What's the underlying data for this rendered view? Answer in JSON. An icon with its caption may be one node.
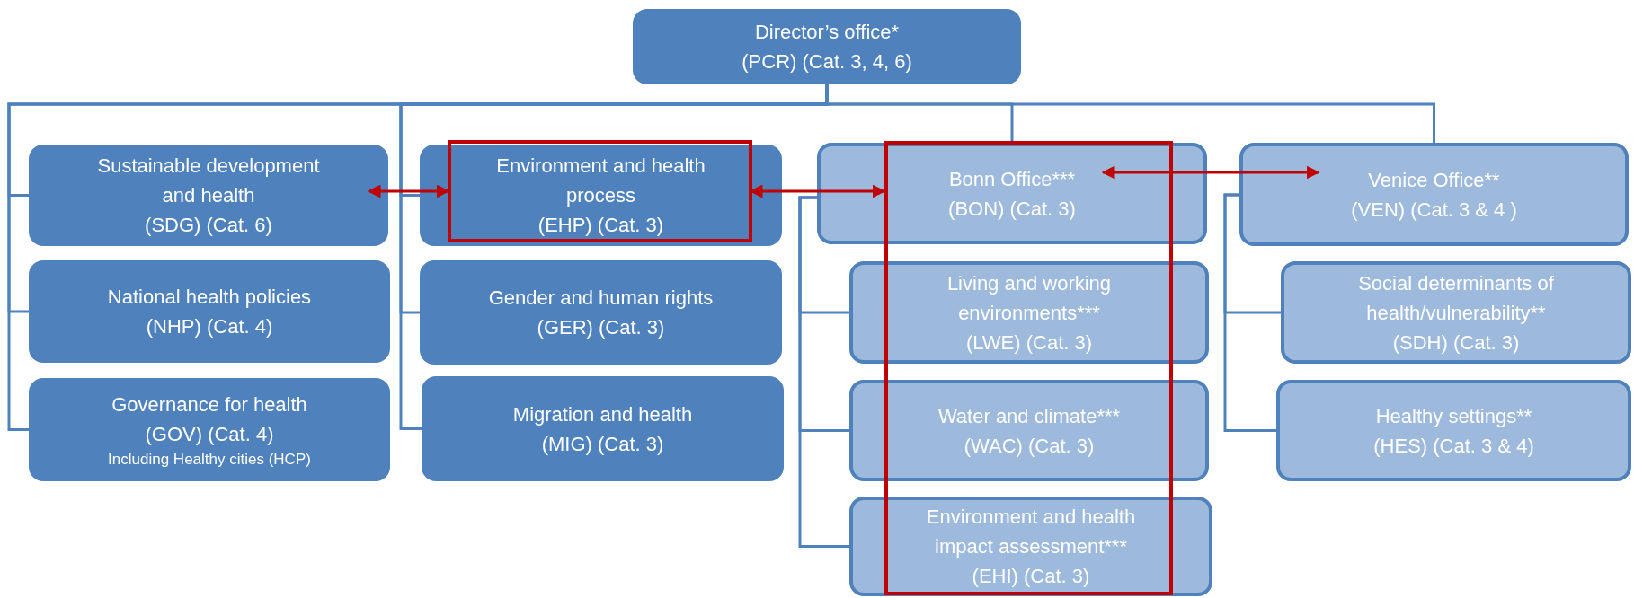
{
  "diagram": {
    "nodes": [
      {
        "text": [
          "Director’s office*",
          "(PCR) (Cat. 3, 4, 6)"
        ]
      },
      {
        "text": [
          "Sustainable development and health",
          "(SDG) (Cat. 6)"
        ]
      },
      {
        "text": [
          "Environment and health process",
          "(EHP) (Cat. 3)"
        ]
      },
      {
        "text": [
          "Bonn Office***",
          "(BON) (Cat. 3)"
        ]
      },
      {
        "text": [
          "Venice Office**",
          "(VEN) (Cat. 3 & 4 )"
        ]
      },
      {
        "text": [
          "National health policies",
          "(NHP) (Cat. 4)"
        ]
      },
      {
        "text": [
          "Gender and human rights",
          "(GER) (Cat. 3)"
        ]
      },
      {
        "text": [
          "Living and working environments***",
          "(LWE) (Cat. 3)"
        ]
      },
      {
        "text": [
          "Social determinants of health/vulnerability**",
          "(SDH) (Cat. 3)"
        ]
      },
      {
        "text": [
          "Governance for health",
          "(GOV) (Cat. 4)",
          "Including Healthy cities (HCP)"
        ]
      },
      {
        "text": [
          "Migration and health",
          "(MIG) (Cat. 3)"
        ]
      },
      {
        "text": [
          "Water and climate***",
          "(WAC) (Cat. 3)"
        ]
      },
      {
        "text": [
          "Healthy settings**",
          "(HES) (Cat. 3 & 4)"
        ]
      },
      {
        "text": [
          "Environment and health impact assessment***",
          "(EHI) (Cat. 3)"
        ]
      }
    ],
    "edges": [
      {
        "from": 0,
        "to": 1,
        "arrow": "none"
      },
      {
        "from": 0,
        "to": 5,
        "arrow": "none"
      },
      {
        "from": 0,
        "to": 9,
        "arrow": "none"
      },
      {
        "from": 0,
        "to": 2,
        "arrow": "none"
      },
      {
        "from": 0,
        "to": 6,
        "arrow": "none"
      },
      {
        "from": 0,
        "to": 10,
        "arrow": "none"
      },
      {
        "from": 0,
        "to": 3,
        "arrow": "none"
      },
      {
        "from": 0,
        "to": 4,
        "arrow": "none"
      },
      {
        "from": 3,
        "to": 7,
        "arrow": "none"
      },
      {
        "from": 3,
        "to": 11,
        "arrow": "none"
      },
      {
        "from": 3,
        "to": 13,
        "arrow": "none"
      },
      {
        "from": 4,
        "to": 8,
        "arrow": "none"
      },
      {
        "from": 4,
        "to": 12,
        "arrow": "none"
      },
      {
        "from": 1,
        "to": 2,
        "arrow": "both",
        "color": "#c00000"
      },
      {
        "from": 2,
        "to": 3,
        "arrow": "both",
        "color": "#c00000"
      },
      {
        "from": 3,
        "to": 4,
        "arrow": "both",
        "color": "#c00000"
      }
    ]
  }
}
